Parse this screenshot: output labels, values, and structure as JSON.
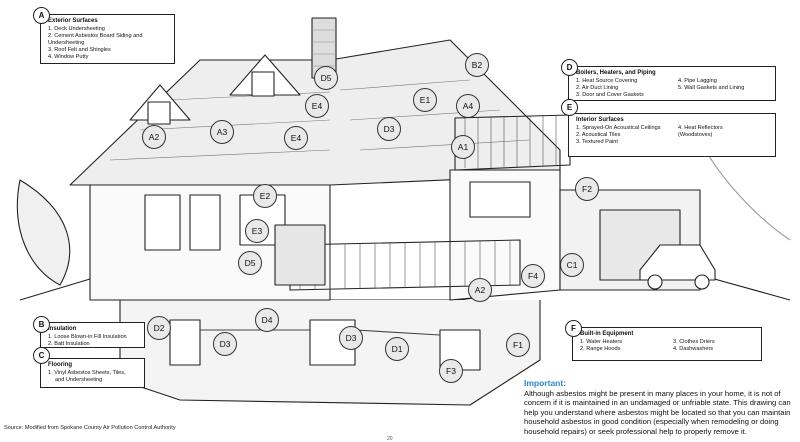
{
  "boxes": {
    "A": {
      "letter": "A",
      "title": "Exterior Surfaces",
      "items": [
        "1. Deck Undersheeting",
        "2. Cement Asbestos Board Siding and Undersheeting",
        "3. Roof Felt and Shingles",
        "4. Window Putty"
      ]
    },
    "B": {
      "letter": "B",
      "title": "Insulation",
      "items": [
        "1. Loose Blown-in Fill Insulation",
        "2. Batt Insulation"
      ]
    },
    "C": {
      "letter": "C",
      "title": "Flooring",
      "items": [
        "1. Vinyl Asbestos Sheets, Tiles,",
        "and Undersheeting"
      ]
    },
    "D": {
      "letter": "D",
      "title": "Boilers, Heaters, and Piping",
      "col1": [
        "1. Heat Source Covering",
        "2. Air Duct Lining",
        "3. Door and Cover Gaskets"
      ],
      "col2": [
        "4. Pipe Lagging",
        "5. Wall Gaskets and Lining"
      ]
    },
    "E": {
      "letter": "E",
      "title": "Interior Surfaces",
      "col1": [
        "1. Sprayed-On Acoustical Ceilings",
        "2. Acoustical Tiles",
        "3. Textured Paint"
      ],
      "col2": [
        "4. Heat Reflectors",
        "(Woodstoves)"
      ]
    },
    "F": {
      "letter": "F",
      "title": "Built-in Equipment",
      "col1": [
        "1. Water Heaters",
        "2. Range Hoods"
      ],
      "col2": [
        "3. Clothes Driers",
        "4. Dashwashers"
      ]
    }
  },
  "labels": [
    "D5",
    "B2",
    "E4",
    "E1",
    "A4",
    "A2",
    "A3",
    "E4",
    "D3",
    "A1",
    "E2",
    "F2",
    "E3",
    "D5",
    "F4",
    "C1",
    "A2",
    "D4",
    "D2",
    "D3",
    "D1",
    "F1",
    "D3",
    "F3"
  ],
  "important": {
    "heading": "Important:",
    "text": "Although asbestos might be present in many places in your home, it is not of concern if it is maintained in an undamaged or unfriable state.  This drawing can help you understand where asbestos might be located so that you can maintain household asbestos in good condition (especially when remodeling or doing household repairs) or seek professional help to properly remove it."
  },
  "source": "Source: Modified from Spokane County Air Pollution Control Authority",
  "page_number": "20"
}
